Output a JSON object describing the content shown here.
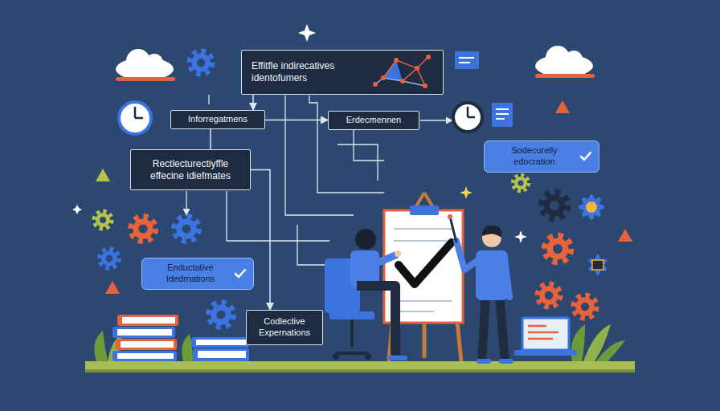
{
  "diagram": {
    "nodes": [
      {
        "text": [
          "Effitfle indirecatives identofumers"
        ]
      },
      {
        "text": [
          "Inforregatmens"
        ]
      },
      {
        "text": [
          "Erdecmennen"
        ]
      },
      {
        "text": [
          "Rectlecturectiyffle effecine idiefmates"
        ]
      },
      {
        "text": [
          "Sodecurelly edocration"
        ]
      },
      {
        "text": [
          "Enductative Idedrnations"
        ]
      },
      {
        "text": [
          "Codlective Expernations"
        ]
      }
    ],
    "edges": [
      {
        "from": 0,
        "to": 1,
        "arrow": "to"
      },
      {
        "from": 1,
        "to": 2,
        "arrow": "to"
      },
      {
        "from": 1,
        "to": 3,
        "arrow": "none"
      },
      {
        "from": 3,
        "to": 6,
        "arrow": "to"
      }
    ]
  }
}
